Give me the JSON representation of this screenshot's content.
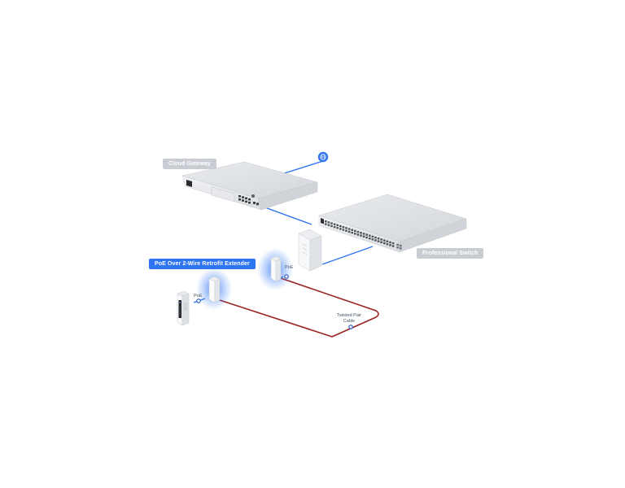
{
  "labels": {
    "cloud_gateway": "Cloud Gateway",
    "professional_switch": "Professional Switch",
    "retrofit_extender": "PoE Over 2-Wire Retrofit Extender",
    "poe_left": "PoE",
    "poe_right": "PoE",
    "twisted_pair_line1": "Twisted Pair",
    "twisted_pair_line2": "Cable"
  },
  "colors": {
    "label_gray_bg": "#c9ccd2",
    "label_blue_bg": "#2f74f0",
    "network_link": "#2f74f0",
    "twisted_pair": "#9a2424",
    "glow": "#3b7df5"
  },
  "icons": {
    "internet": "globe-icon"
  }
}
